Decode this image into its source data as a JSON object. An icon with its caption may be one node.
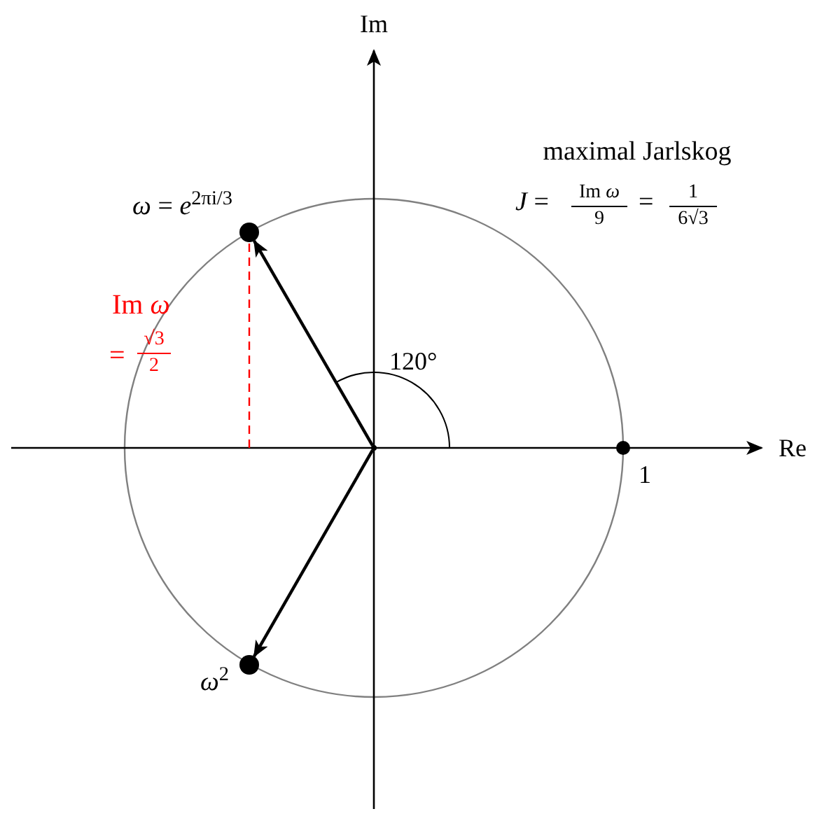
{
  "diagram": {
    "nodes": [
      {
        "text": [],
        "shape": "point"
      },
      {
        "text": [],
        "shape": "circle",
        "beside": [
          "*ω* = *e*$^{2πi/3}$"
        ]
      },
      {
        "text": [],
        "shape": "circle",
        "beside": [
          "*ω*$^{2}$"
        ]
      }
    ],
    "edges": [
      {
        "from": 0,
        "to": 1,
        "arrow": "to"
      },
      {
        "from": 0,
        "to": 2,
        "arrow": "to"
      }
    ],
    "labels": [
      "Im",
      "Re",
      "1",
      "120°",
      "maximal Jarlskog",
      "*J* =",
      "Im *ω*",
      "9",
      "=",
      "1",
      "6√3",
      "Im *ω*",
      "=",
      "√3",
      "2"
    ]
  }
}
